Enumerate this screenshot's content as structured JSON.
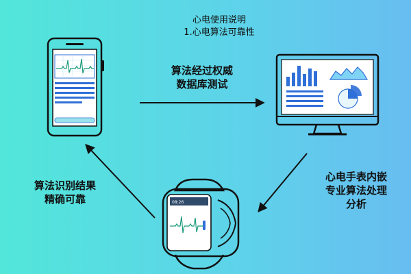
{
  "header": {
    "line1": "心电使用说明",
    "line2": "1.心电算法可靠性"
  },
  "captions": {
    "top_arrow": [
      "算法经过权威",
      "数据库测试"
    ],
    "right_arrow": [
      "心电手表内嵌",
      "专业算法处理",
      "分析"
    ],
    "left_arrow": [
      "算法识别结果",
      "精确可靠"
    ]
  },
  "watch": {
    "time": "08:26"
  },
  "colors": {
    "bg_left": "#52e6da",
    "bg_right": "#68bdf0",
    "stroke": "#111111",
    "screen": "#ffffff",
    "accent_blue": "#2f6fd8",
    "ecg_green": "#1a9a7a"
  }
}
